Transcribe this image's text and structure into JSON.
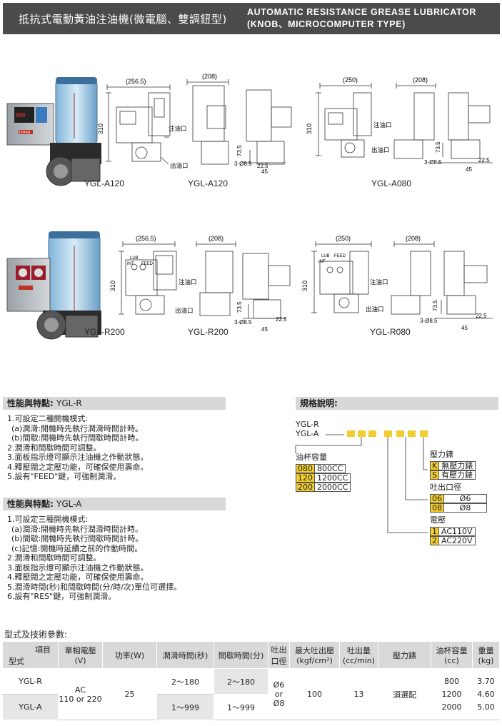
{
  "header": {
    "title_zh": "抵抗式電動黃油注油機(微電腦、雙調鈕型)",
    "title_en_line1": "AUTOMATIC RESISTANCE GREASE LUBRICATOR",
    "title_en_line2": "(KNOB、MICROCOMPUTER TYPE)"
  },
  "figures": {
    "row1_captions": [
      "YGL-A120",
      "YGL-A120",
      "YGL-A080"
    ],
    "row2_captions": [
      "YGL-R200",
      "YGL-R200",
      "YGL-R080"
    ],
    "dims": {
      "w256": "(256.5)",
      "w208": "(208)",
      "w250": "(250)",
      "h310": "310",
      "d73": "73.5",
      "d225": "22.5",
      "d45": "45",
      "hole": "3-Ø8.5",
      "inlet": "注油口",
      "outlet": "出油口",
      "lub": "LUB",
      "int": "INT",
      "feed": "FEED",
      "brand": "ISHAN"
    }
  },
  "features_r": {
    "title_zh": "性能與特點:",
    "title_en": "YGL-R",
    "items": [
      "1.可設定二種開機模式:",
      "(a)潤滑:開機時先執行潤滑時間計時。",
      "(b)間歇:開機時先執行間歇時間計時。",
      "2.潤滑和間歇時間可調整。",
      "3.面板指示燈可顯示注油機之作動狀態。",
      "4.釋壓閥之定壓功能，可確保使用壽命。",
      "5.設有\"FEED\"鍵，可強制潤滑。"
    ]
  },
  "features_a": {
    "title_zh": "性能與特點:",
    "title_en": "YGL-A",
    "items": [
      "1.可設定三種開機模式:",
      "(a)潤滑:開機時先執行潤滑時間計時。",
      "(b)間歇:開機時先執行間歇時間計時。",
      "(c)記憶:開機時延續之前的作動時間。",
      "2.潤滑和間歇時間可調整。",
      "3.面板指示燈可顯示注油機之作動狀態。",
      "4.釋壓閥之定壓功能，可確保使用壽命。",
      "5.潤滑時間(秒)和間歇時間(分/時/次)單位可選擇。",
      "6.設有\"RES\"鍵，可強制潤滑。"
    ]
  },
  "spec": {
    "title": "規格說明:",
    "model1": "YGL-R",
    "model2": "YGL-A",
    "cup_label": "油杯容量",
    "cup_options": [
      {
        "code": "080",
        "value": "800CC"
      },
      {
        "code": "120",
        "value": "1200CC"
      },
      {
        "code": "200",
        "value": "2000CC"
      }
    ],
    "gauge_label": "壓力錶",
    "gauge_options": [
      {
        "code": "K",
        "value": "無壓力錶"
      },
      {
        "code": "S",
        "value": "有壓力錶"
      }
    ],
    "outlet_label": "吐出口徑",
    "outlet_options": [
      {
        "code": "06",
        "value": "Ø6"
      },
      {
        "code": "08",
        "value": "Ø8"
      }
    ],
    "voltage_label": "電壓",
    "voltage_options": [
      {
        "code": "1",
        "value": "AC110V"
      },
      {
        "code": "2",
        "value": "AC220V"
      }
    ]
  },
  "tech": {
    "title": "型式及技術參數:",
    "headers": {
      "item": "項目",
      "model": "型式",
      "voltage": "單相電壓",
      "voltage_unit": "(V)",
      "power": "功率(W)",
      "lub_time": "潤滑時間(秒)",
      "int_time": "間歇時間(分)",
      "outlet1": "吐出",
      "outlet2": "口徑",
      "max_pressure": "最大吐出壓",
      "max_pressure_unit": "(kgf/cm²)",
      "flow": "吐出量",
      "flow_unit": "(cc/min)",
      "gauge": "壓力錶",
      "cup": "油杯容量",
      "cup_unit": "(cc)",
      "weight": "重量",
      "weight_unit": "(kg)"
    },
    "rows": [
      {
        "model": "YGL-R",
        "lub_time": "2～180",
        "int_time": "2～180"
      },
      {
        "model": "YGL-A",
        "lub_time": "1～999",
        "int_time": "1～999"
      }
    ],
    "shared": {
      "voltage1": "AC",
      "voltage2": "110 or 220",
      "power": "25",
      "outlet1": "Ø6",
      "outlet2": "or",
      "outlet3": "Ø8",
      "max_pressure": "100",
      "flow": "13",
      "gauge": "須選配"
    },
    "cup_values": [
      "800",
      "1200",
      "2000"
    ],
    "weight_values": [
      "3.70",
      "4.60",
      "5.00"
    ]
  }
}
